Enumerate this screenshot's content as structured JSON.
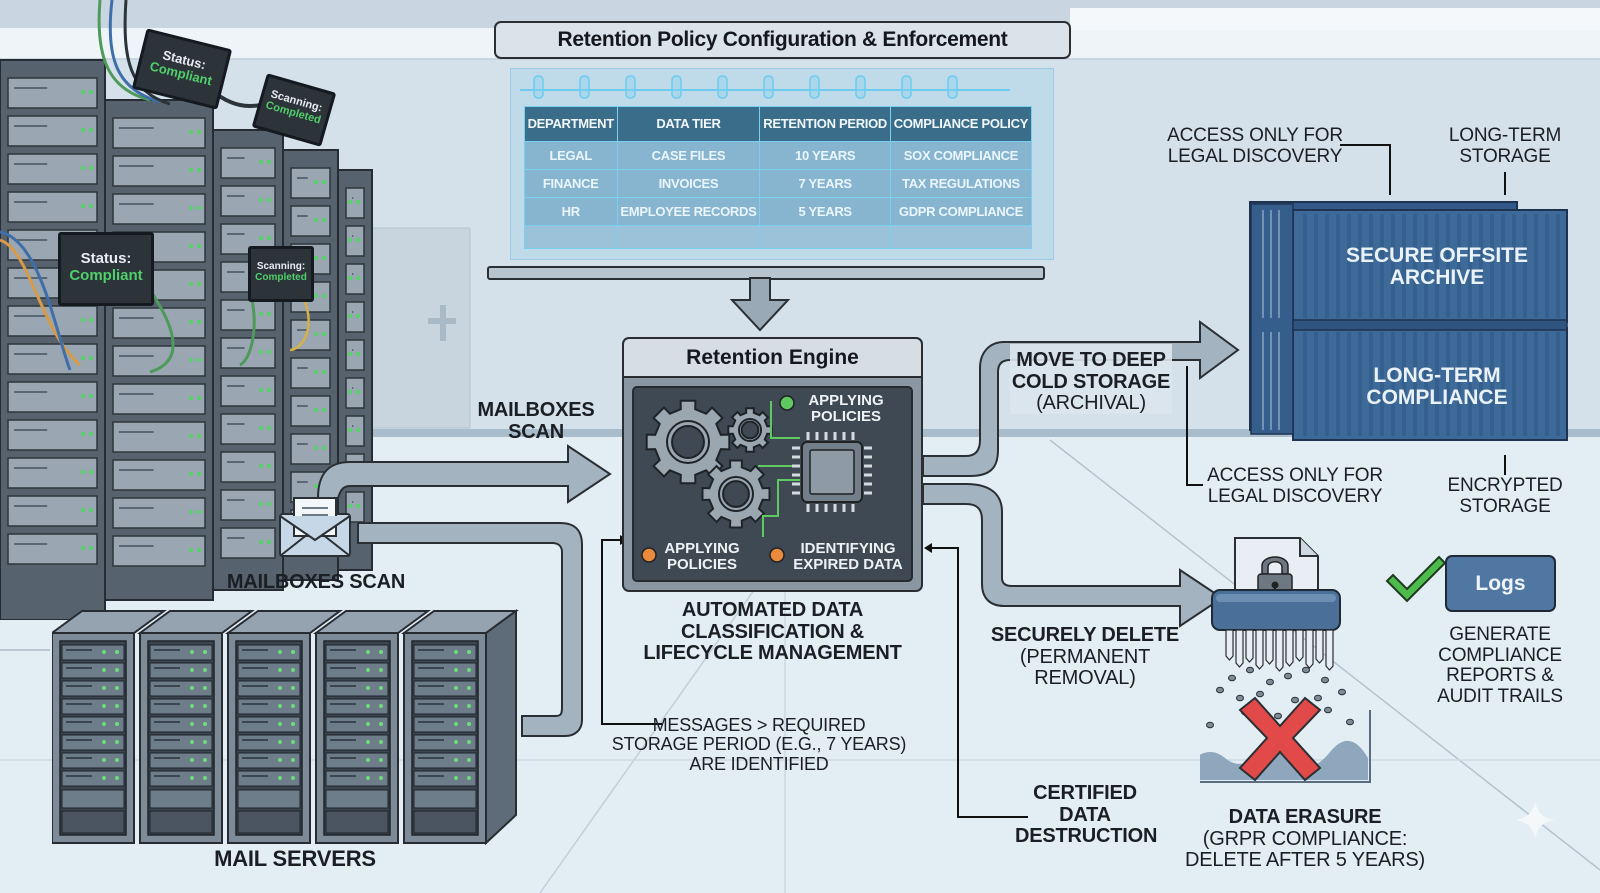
{
  "title": "Retention Policy Configuration & Enforcement",
  "policy_table": {
    "columns": [
      "Department",
      "Data Tier",
      "Retention Period",
      "Compliance Policy"
    ],
    "rows": [
      [
        "Legal",
        "Case Files",
        "10 Years",
        "SOX Compliance"
      ],
      [
        "Finance",
        "Invoices",
        "7 Years",
        "Tax Regulations"
      ],
      [
        "HR",
        "Employee Records",
        "5 Years",
        "GDPR Compliance"
      ]
    ]
  },
  "server_room": {
    "monitors": [
      {
        "line1": "Status:",
        "line2": "Compliant"
      },
      {
        "line1": "Scanning:",
        "line2": "Completed"
      },
      {
        "line1": "Status:",
        "line2": "Compliant"
      },
      {
        "line1": "Scanning:",
        "line2": "Completed"
      }
    ]
  },
  "mail": {
    "mailbox_label": "Mailboxes Scan",
    "arrow_label": [
      "Mailboxes",
      "Scan"
    ],
    "servers_label": "Mail Servers",
    "server_count": 5
  },
  "engine": {
    "title": "Retention Engine",
    "status_top": [
      "Applying",
      "Policies"
    ],
    "status_left": [
      "Applying",
      "Policies"
    ],
    "status_right": [
      "Identifying",
      "Expired Data"
    ],
    "caption": [
      "Automated Data",
      "Classification &",
      "Lifecycle Management"
    ],
    "colors": {
      "active": "#5fc860",
      "pending": "#e98a3c"
    }
  },
  "annotations": {
    "expired": [
      "Messages > Required",
      "Storage Period (E.G., 7 Years)",
      "Are Identified"
    ],
    "certified": [
      "Certified",
      "Data",
      "Destruction"
    ]
  },
  "archive": {
    "arrow_label": [
      "Move to Deep",
      "Cold Storage"
    ],
    "arrow_sublabel": "(Archival)",
    "container_top": [
      "Secure Offsite",
      "Archive"
    ],
    "container_bottom": [
      "Long-Term",
      "Compliance"
    ],
    "note_top_left": [
      "Access Only For",
      "Legal Discovery"
    ],
    "note_top_right": [
      "Long-Term",
      "Storage"
    ],
    "note_bottom_left": [
      "Access Only For",
      "Legal Discovery"
    ],
    "note_bottom_right": [
      "Encrypted",
      "Storage"
    ],
    "container_color": "#3e6a99"
  },
  "deletion": {
    "arrow_label": "Securely Delete",
    "arrow_sublabel": "(Permanent Removal)",
    "erasure_title": "Data Erasure",
    "erasure_sub": [
      "(GRPR Compliance:",
      "Delete After 5 Years)"
    ],
    "logs_label": "Logs",
    "logs_caption": [
      "Generate",
      "Compliance",
      "Reports &",
      "Audit Trails"
    ]
  }
}
